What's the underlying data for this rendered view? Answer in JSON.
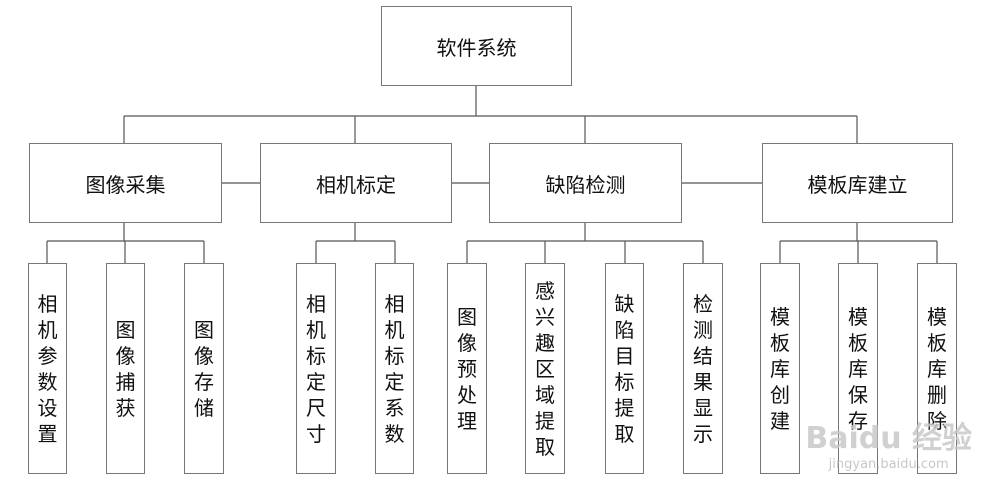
{
  "root": {
    "label": "软件系统"
  },
  "level1": [
    {
      "label": "图像采集",
      "children": [
        "相机参数设置",
        "图像捕获",
        "图像存储"
      ]
    },
    {
      "label": "相机标定",
      "children": [
        "相机标定尺寸",
        "相机标定系数"
      ]
    },
    {
      "label": "缺陷检测",
      "children": [
        "图像预处理",
        "感兴趣区域提取",
        "缺陷目标提取",
        "检测结果显示"
      ]
    },
    {
      "label": "模板库建立",
      "children": [
        "模板库创建",
        "模板库保存",
        "模板库删除"
      ]
    }
  ],
  "watermark": {
    "brand": "Baidu 经验",
    "url": "jingyan.baidu.com"
  }
}
